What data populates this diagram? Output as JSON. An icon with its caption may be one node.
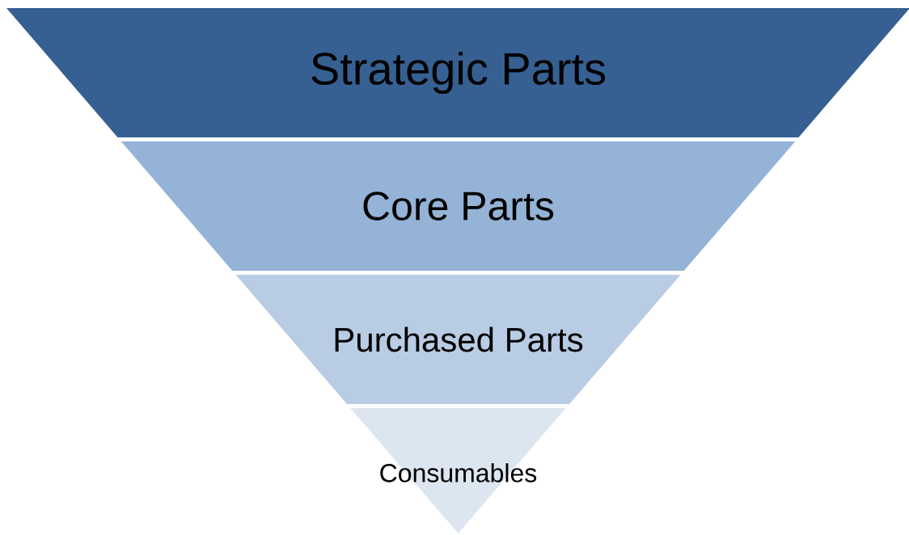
{
  "diagram": {
    "nodes": [
      {
        "text": [
          "Strategic Parts"
        ]
      },
      {
        "text": [
          "Core Parts"
        ]
      },
      {
        "text": [
          "Purchased Parts"
        ]
      },
      {
        "text": [
          "Consumables"
        ]
      }
    ]
  }
}
